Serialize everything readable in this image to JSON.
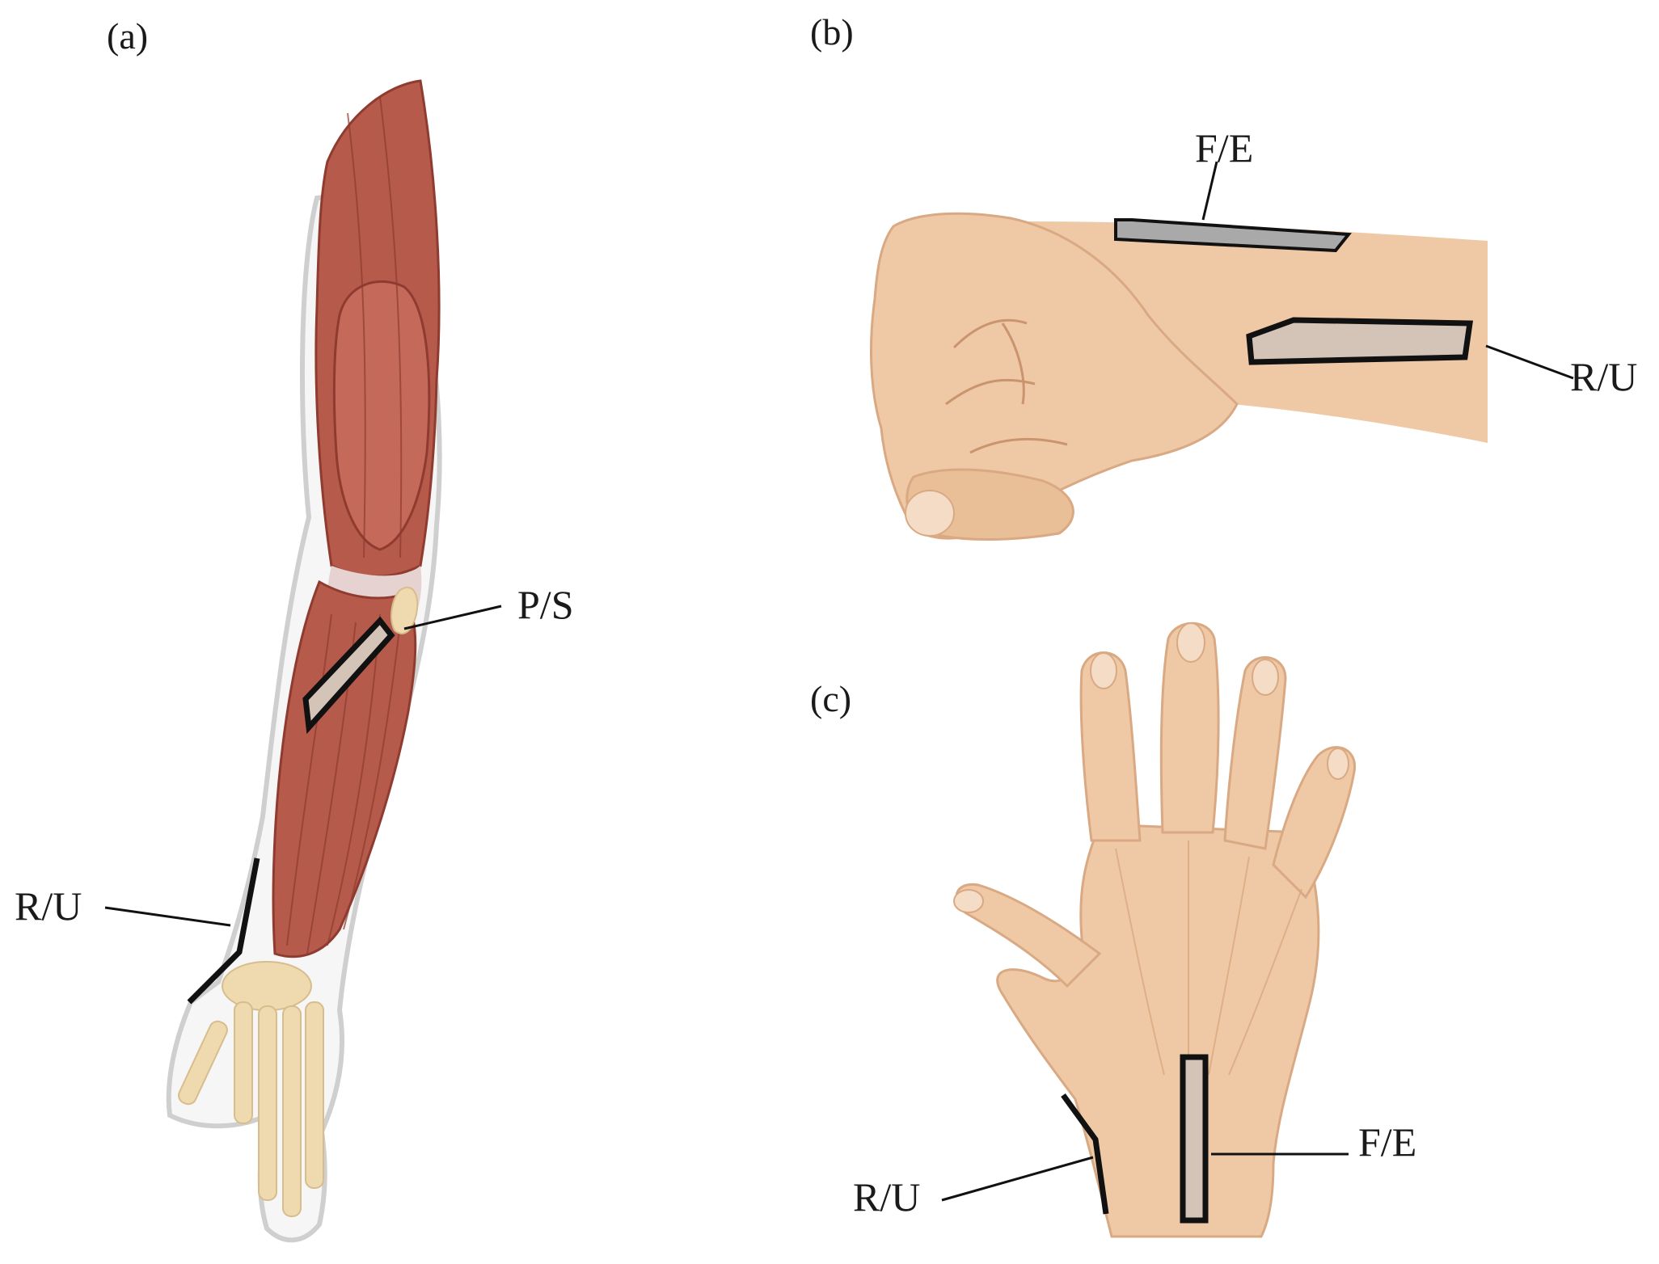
{
  "panels": {
    "a": {
      "label": "(a)",
      "sensors": {
        "ps_label": "P/S",
        "ru_label": "R/U"
      }
    },
    "b": {
      "label": "(b)",
      "sensors": {
        "fe_label": "F/E",
        "ru_label": "R/U"
      }
    },
    "c": {
      "label": "(c)",
      "sensors": {
        "fe_label": "F/E",
        "ru_label": "R/U"
      }
    }
  },
  "colors": {
    "muscle": "#b65a4c",
    "muscle_dark": "#8f3b30",
    "bone": "#efd9ae",
    "skin": "#efc9a5",
    "skin_shadow": "#d9a983",
    "forearm_outline": "#cfcfcf",
    "sensor_fill_light": "#d4c4b8",
    "sensor_fill_grey": "#a9a9a9",
    "sensor_outline": "#111111"
  }
}
